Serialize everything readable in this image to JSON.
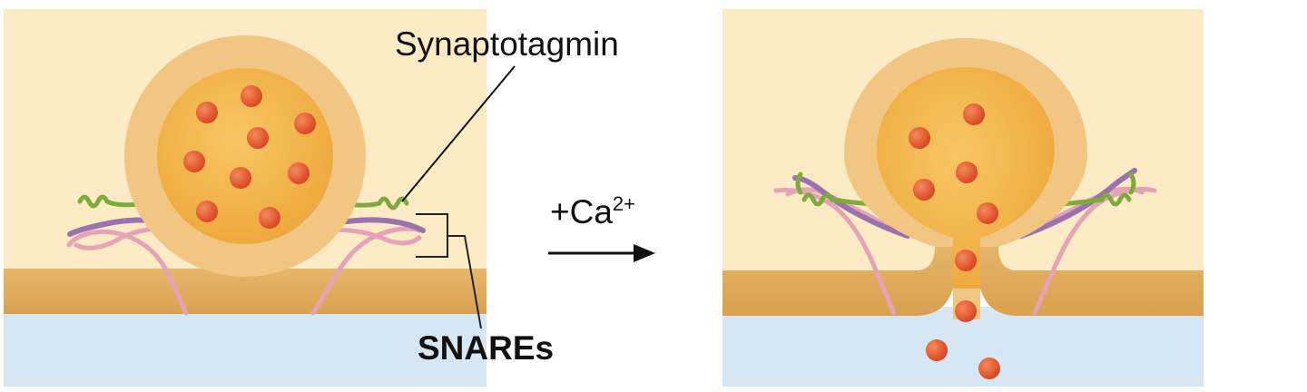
{
  "labels": {
    "synaptotagmin": "Synaptotagmin",
    "snares": "SNAREs",
    "calcium_prefix": "+Ca",
    "calcium_superscript": "2+"
  },
  "colors": {
    "cytoplasm": "#fcebc4",
    "extracellular": "#d6e6f2",
    "membrane": "#e2ad5c",
    "vesicle_outer": "#f0c682",
    "vesicle_inner": "#f4b649",
    "neurotransmitter": "#e8542c",
    "synaptotagmin": "#7dab3c",
    "snare_purple": "#9a72ad",
    "snare_pink": "#e6a3b7"
  },
  "icons": {
    "arrow": "right-arrow-icon"
  }
}
